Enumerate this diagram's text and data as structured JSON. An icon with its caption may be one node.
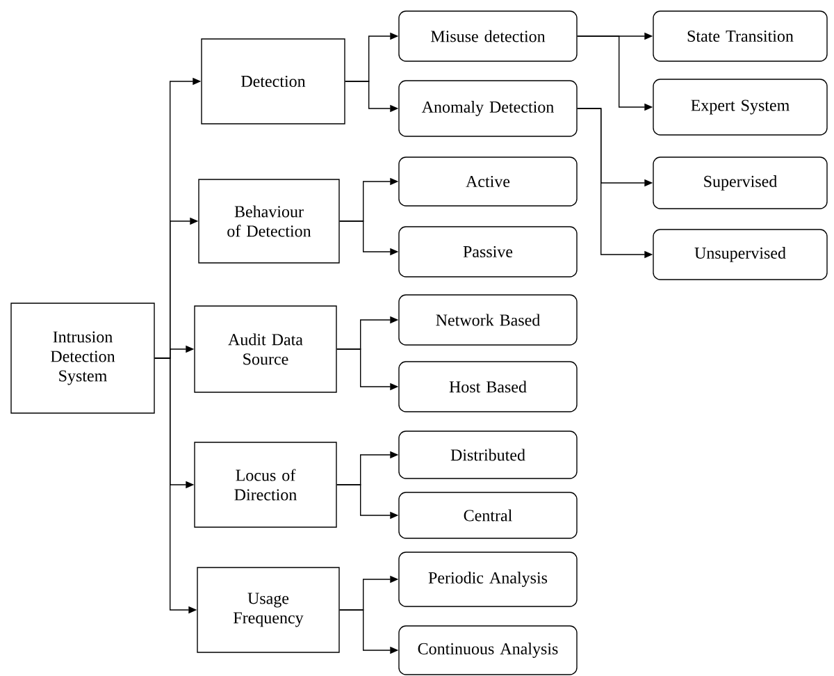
{
  "diagram": {
    "nodes": [
      {
        "text": [
          "Intrusion Detection System"
        ]
      },
      {
        "text": [
          "Detection"
        ]
      },
      {
        "text": [
          "Behaviour of Detection"
        ]
      },
      {
        "text": [
          "Audit Data Source"
        ]
      },
      {
        "text": [
          "Locus of Direction"
        ]
      },
      {
        "text": [
          "Usage Frequency"
        ]
      },
      {
        "text": [
          "Misuse detection"
        ]
      },
      {
        "text": [
          "Anomaly Detection"
        ]
      },
      {
        "text": [
          "Active"
        ]
      },
      {
        "text": [
          "Passive"
        ]
      },
      {
        "text": [
          "Network Based"
        ]
      },
      {
        "text": [
          "Host Based"
        ]
      },
      {
        "text": [
          "Distributed"
        ]
      },
      {
        "text": [
          "Central"
        ]
      },
      {
        "text": [
          "Periodic Analysis"
        ]
      },
      {
        "text": [
          "Continuous Analysis"
        ]
      },
      {
        "text": [
          "State Transition"
        ]
      },
      {
        "text": [
          "Expert System"
        ]
      },
      {
        "text": [
          "Supervised"
        ]
      },
      {
        "text": [
          "Unsupervised"
        ]
      }
    ],
    "edges": [
      {
        "from": 0,
        "to": 1,
        "arrow": "to"
      },
      {
        "from": 0,
        "to": 2,
        "arrow": "to"
      },
      {
        "from": 0,
        "to": 3,
        "arrow": "to"
      },
      {
        "from": 0,
        "to": 4,
        "arrow": "to"
      },
      {
        "from": 0,
        "to": 5,
        "arrow": "to"
      },
      {
        "from": 1,
        "to": 6,
        "arrow": "to"
      },
      {
        "from": 1,
        "to": 7,
        "arrow": "to"
      },
      {
        "from": 2,
        "to": 8,
        "arrow": "to"
      },
      {
        "from": 2,
        "to": 9,
        "arrow": "to"
      },
      {
        "from": 3,
        "to": 10,
        "arrow": "to"
      },
      {
        "from": 3,
        "to": 11,
        "arrow": "to"
      },
      {
        "from": 4,
        "to": 12,
        "arrow": "to"
      },
      {
        "from": 4,
        "to": 13,
        "arrow": "to"
      },
      {
        "from": 5,
        "to": 14,
        "arrow": "to"
      },
      {
        "from": 5,
        "to": 15,
        "arrow": "to"
      },
      {
        "from": 6,
        "to": 16,
        "arrow": "to"
      },
      {
        "from": 6,
        "to": 17,
        "arrow": "to"
      },
      {
        "from": 7,
        "to": 18,
        "arrow": "to"
      },
      {
        "from": 7,
        "to": 19,
        "arrow": "to"
      }
    ]
  }
}
